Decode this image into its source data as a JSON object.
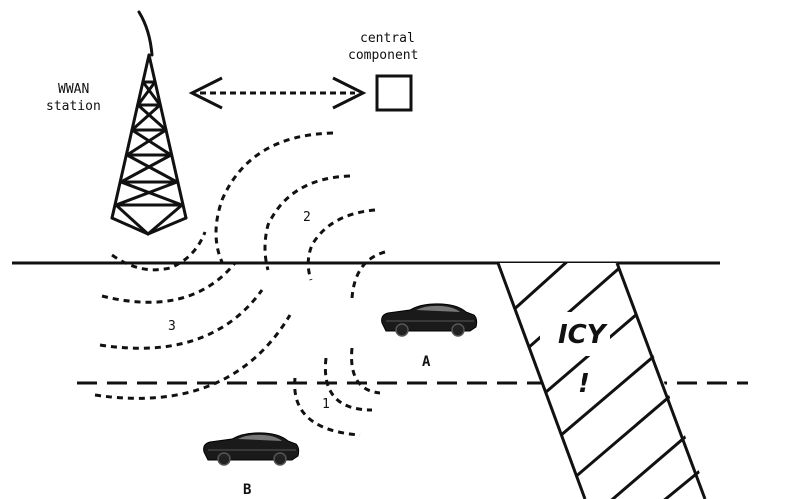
{
  "labels": {
    "tower_line1": "WWAN",
    "tower_line2": "station",
    "central_line1": "central",
    "central_line2": "component",
    "wave_1": "1",
    "wave_2": "2",
    "wave_3": "3",
    "icy": "ICY",
    "icy_mark": "!",
    "car_a": "A",
    "car_b": "B"
  },
  "icons": {
    "tower": "radio-tower-icon",
    "central": "square-box-icon",
    "car": "car-icon",
    "arrow": "double-arrow-icon"
  },
  "colors": {
    "ink": "#111111",
    "background": "#ffffff"
  }
}
